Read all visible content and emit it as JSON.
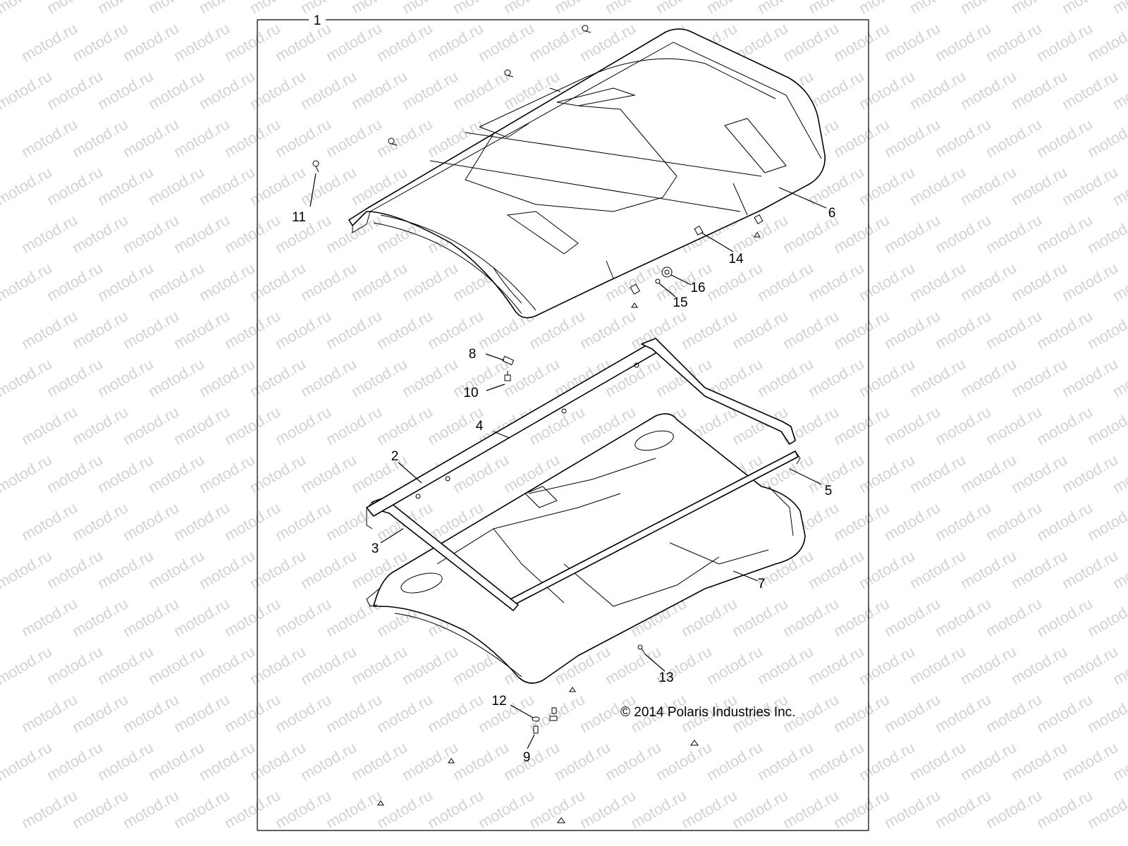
{
  "watermark": "motod.ru",
  "copyright": "© 2014 Polaris Industries Inc.",
  "callouts": [
    "1",
    "2",
    "3",
    "4",
    "5",
    "6",
    "7",
    "8",
    "9",
    "10",
    "11",
    "12",
    "13",
    "14",
    "15",
    "16"
  ]
}
